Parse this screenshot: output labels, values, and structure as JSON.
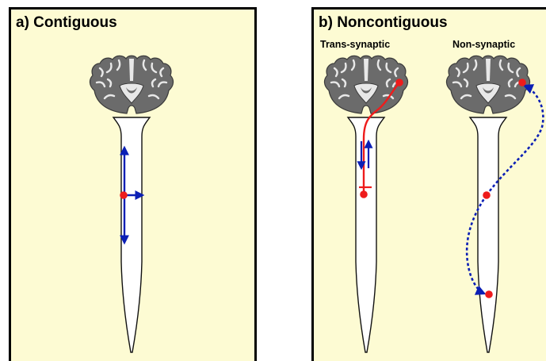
{
  "panels": {
    "a": {
      "title": "a) Contiguous"
    },
    "b": {
      "title": "b) Noncontiguous",
      "labels": {
        "trans_synaptic": "Trans-synaptic",
        "non_synaptic": "Non-synaptic"
      }
    }
  },
  "colors": {
    "background": "#fdfbd3",
    "border": "#000000",
    "brain_gray": "#6b6b6b",
    "brain_light": "#e8e8e8",
    "cord_white": "#ffffff",
    "lesion_red": "#ee1c1c",
    "spread_blue": "#0b1fb5"
  }
}
